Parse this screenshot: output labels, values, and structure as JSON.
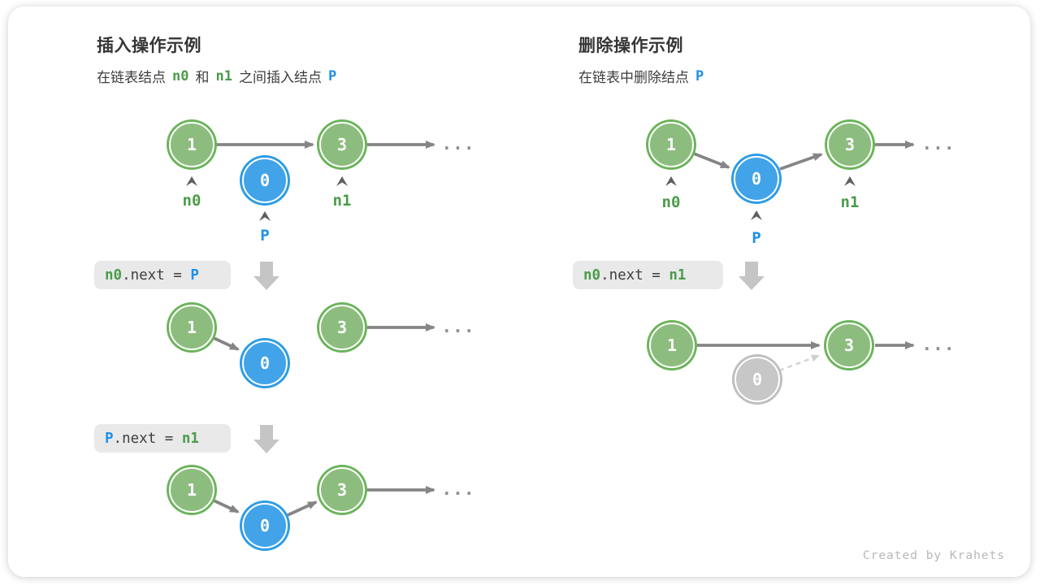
{
  "left": {
    "title": "插入操作示例",
    "subtitle": {
      "part1": "在链表结点",
      "token1": "n0",
      "part2": "和",
      "token2": "n1",
      "part3": "之间插入结点",
      "token3": "P"
    },
    "step1_code": {
      "lhs": "n0",
      "op": ".next = ",
      "rhs": "P"
    },
    "step2_code": {
      "lhs": "P",
      "op": ".next = ",
      "rhs": "n1"
    },
    "labels": {
      "n0": "n0",
      "n1": "n1",
      "p": "P"
    }
  },
  "right": {
    "title": "删除操作示例",
    "subtitle": {
      "part1": "在链表中删除结点",
      "token1": "P"
    },
    "step1_code": {
      "lhs": "n0",
      "op": ".next = ",
      "rhs": "n1"
    },
    "labels": {
      "n0": "n0",
      "n1": "n1",
      "p": "P"
    }
  },
  "node_values": {
    "one": "1",
    "three": "3",
    "zero": "0"
  },
  "ellipsis": "...",
  "footer": {
    "credit": "Created by Krahets"
  },
  "colors": {
    "node_green_fill": "#8dbd7e",
    "node_green_border": "#6cb45c",
    "node_blue_fill": "#42a3e8",
    "node_blue_border": "#2d9ce5",
    "node_gray_fill": "#c7c7c7",
    "node_gray_border": "#bfbfbf",
    "label_green": "#4a9c4a",
    "label_blue": "#1e90e8",
    "arrow_gray": "#858585",
    "dashed_arrow_gray": "#d4d4d4",
    "block_arrow_gray": "#c5c5c5",
    "code_box_bg": "#e9e9e9"
  }
}
